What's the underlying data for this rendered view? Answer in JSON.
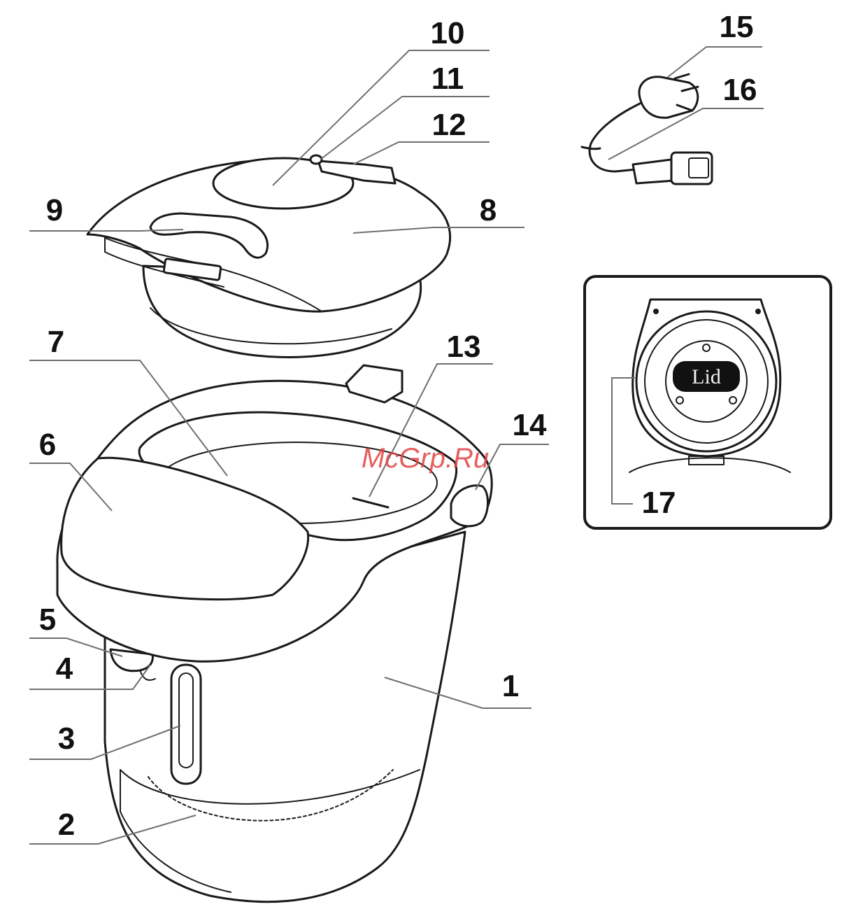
{
  "watermark": "McGrp.Ru",
  "inset_label": "Lid",
  "callouts": [
    {
      "id": "1",
      "label": "1"
    },
    {
      "id": "2",
      "label": "2"
    },
    {
      "id": "3",
      "label": "3"
    },
    {
      "id": "4",
      "label": "4"
    },
    {
      "id": "5",
      "label": "5"
    },
    {
      "id": "6",
      "label": "6"
    },
    {
      "id": "7",
      "label": "7"
    },
    {
      "id": "8",
      "label": "8"
    },
    {
      "id": "9",
      "label": "9"
    },
    {
      "id": "10",
      "label": "10"
    },
    {
      "id": "11",
      "label": "11"
    },
    {
      "id": "12",
      "label": "12"
    },
    {
      "id": "13",
      "label": "13"
    },
    {
      "id": "14",
      "label": "14"
    },
    {
      "id": "15",
      "label": "15"
    },
    {
      "id": "16",
      "label": "16"
    },
    {
      "id": "17",
      "label": "17"
    }
  ],
  "colors": {
    "ink": "#1a1a1a",
    "leader": "#6f6f6f",
    "watermark": "#e34242",
    "inset_border": "#1a1a1a",
    "lid_badge": "#111111"
  }
}
